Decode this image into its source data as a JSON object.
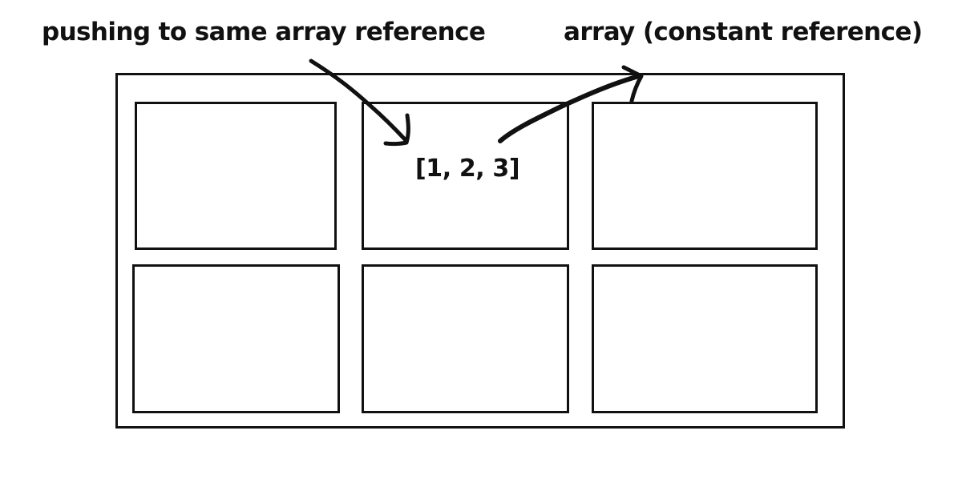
{
  "diagram": {
    "labels": {
      "pushing": "pushing to same array reference",
      "array": "array (constant  reference)"
    },
    "cell_value": "[1, 2, 3]",
    "grid": {
      "rows": 2,
      "columns": 3,
      "filled_cell": 2
    },
    "stroke_color": "#111111",
    "background_color": "#ffffff"
  }
}
